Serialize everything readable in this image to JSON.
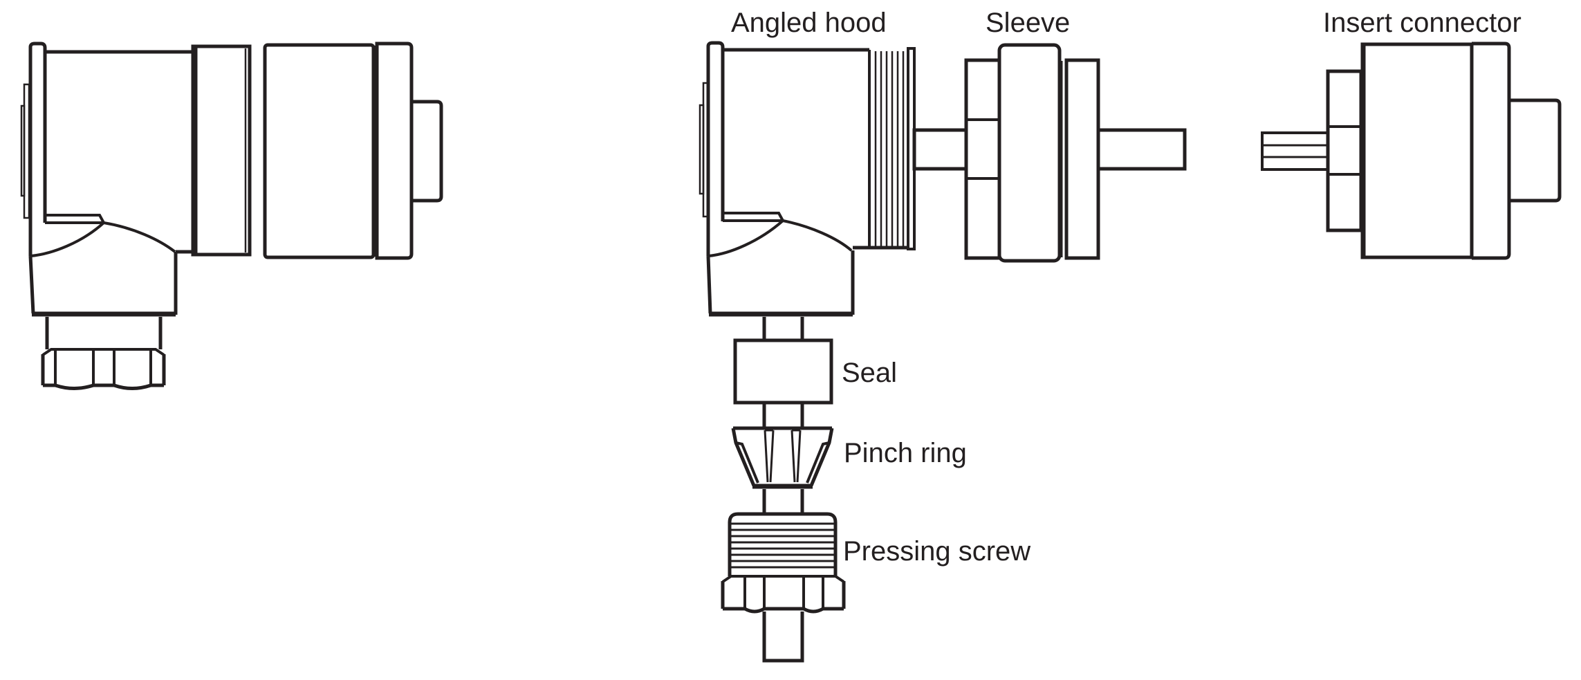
{
  "diagram": {
    "labels": {
      "angled_hood": "Angled hood",
      "sleeve": "Sleeve",
      "insert_connector": "Insert connector",
      "seal": "Seal",
      "pinch_ring": "Pinch ring",
      "pressing_screw": "Pressing screw"
    },
    "colors": {
      "line": "#231f20",
      "background": "#ffffff"
    }
  }
}
